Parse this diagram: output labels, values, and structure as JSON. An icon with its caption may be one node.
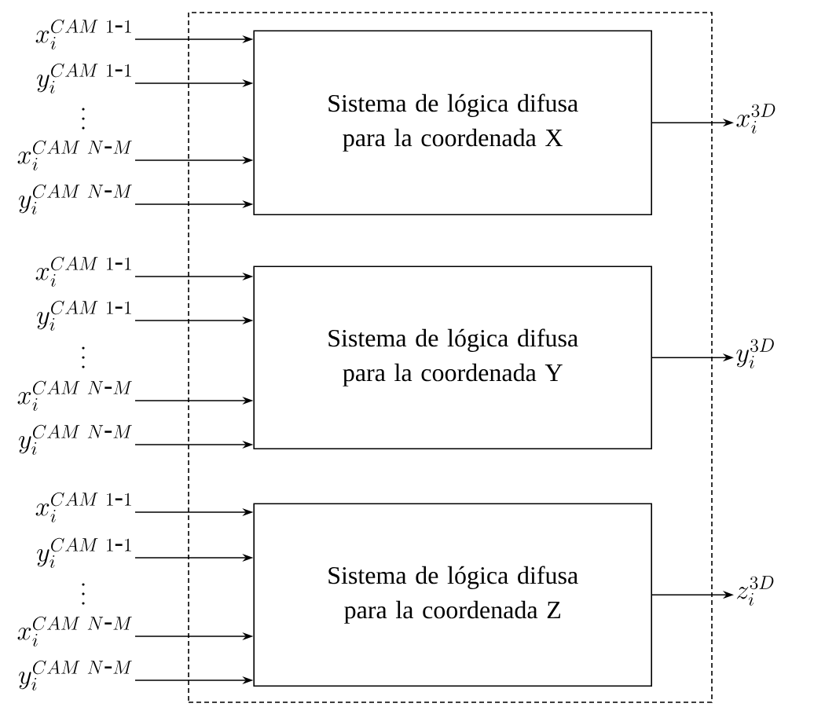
{
  "diagram": {
    "nodes": [
      {
        "text": [],
        "shape": "box"
      },
      {
        "text": [
          "Sistema de lógica difusa para la coordenada X"
        ],
        "in": 0
      },
      {
        "text": [
          "x_i^{CAM\\ 1\\textit{-}1}"
        ]
      },
      {
        "text": [
          "y_i^{CAM\\ 1\\textit{-}1}"
        ]
      },
      {
        "text": [
          "x_i^{CAM\\ N\\textit{-}M}"
        ]
      },
      {
        "text": [
          "y_i^{CAM\\ N\\textit{-}M}"
        ]
      },
      {
        "text": [
          "x_i^{3D}"
        ]
      },
      {
        "text": [
          "Sistema de lógica difusa para la coordenada Y"
        ],
        "in": 0
      },
      {
        "text": [
          "x_i^{CAM\\ 1\\textit{-}1}"
        ]
      },
      {
        "text": [
          "y_i^{CAM\\ 1\\textit{-}1}"
        ]
      },
      {
        "text": [
          "x_i^{CAM\\ N\\textit{-}M}"
        ]
      },
      {
        "text": [
          "y_i^{CAM\\ N\\textit{-}M}"
        ]
      },
      {
        "text": [
          "y_i^{3D}"
        ]
      },
      {
        "text": [
          "Sistema de lógica difusa para la coordenada Z"
        ],
        "in": 0
      },
      {
        "text": [
          "x_i^{CAM\\ 1\\textit{-}1}"
        ]
      },
      {
        "text": [
          "y_i^{CAM\\ 1\\textit{-}1}"
        ]
      },
      {
        "text": [
          "x_i^{CAM\\ N\\textit{-}M}"
        ]
      },
      {
        "text": [
          "y_i^{CAM\\ N\\textit{-}M}"
        ]
      },
      {
        "text": [
          "z_i^{3D}"
        ]
      }
    ],
    "edges": [
      {
        "from": 2,
        "to": 1,
        "arrow": "to"
      },
      {
        "from": 3,
        "to": 1,
        "arrow": "to"
      },
      {
        "from": 4,
        "to": 1,
        "arrow": "to"
      },
      {
        "from": 5,
        "to": 1,
        "arrow": "to"
      },
      {
        "from": 1,
        "to": 6,
        "arrow": "to"
      },
      {
        "from": 8,
        "to": 7,
        "arrow": "to"
      },
      {
        "from": 9,
        "to": 7,
        "arrow": "to"
      },
      {
        "from": 10,
        "to": 7,
        "arrow": "to"
      },
      {
        "from": 11,
        "to": 7,
        "arrow": "to"
      },
      {
        "from": 7,
        "to": 12,
        "arrow": "to"
      },
      {
        "from": 14,
        "to": 13,
        "arrow": "to"
      },
      {
        "from": 15,
        "to": 13,
        "arrow": "to"
      },
      {
        "from": 16,
        "to": 13,
        "arrow": "to"
      },
      {
        "from": 17,
        "to": 13,
        "arrow": "to"
      },
      {
        "from": 13,
        "to": 18,
        "arrow": "to"
      }
    ]
  }
}
